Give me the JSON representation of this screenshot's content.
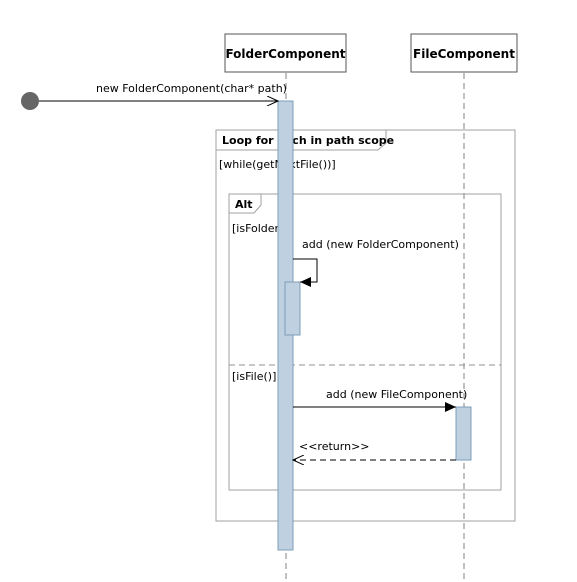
{
  "lifelines": [
    {
      "label": "FolderComponent"
    },
    {
      "label": "FileComponent"
    }
  ],
  "messages": {
    "create": "new  FolderComponent(char* path)",
    "add_folder": "add (new FolderComponent)",
    "add_file": "add (new FileComponent)",
    "return": "<<return>>"
  },
  "loop": {
    "title": "Loop for each in path scope",
    "guard": "[while(getNextFile())]"
  },
  "alt": {
    "title": "Alt",
    "guard_1": "[isFolder()]",
    "guard_2": "[isFile()]"
  },
  "colors": {
    "activation_fill": "#bfd1e0",
    "activation_stroke": "#7f9db9",
    "frame_stroke": "#a0a0a0",
    "lifeline_stroke": "#808080",
    "start_dot": "#666666"
  }
}
